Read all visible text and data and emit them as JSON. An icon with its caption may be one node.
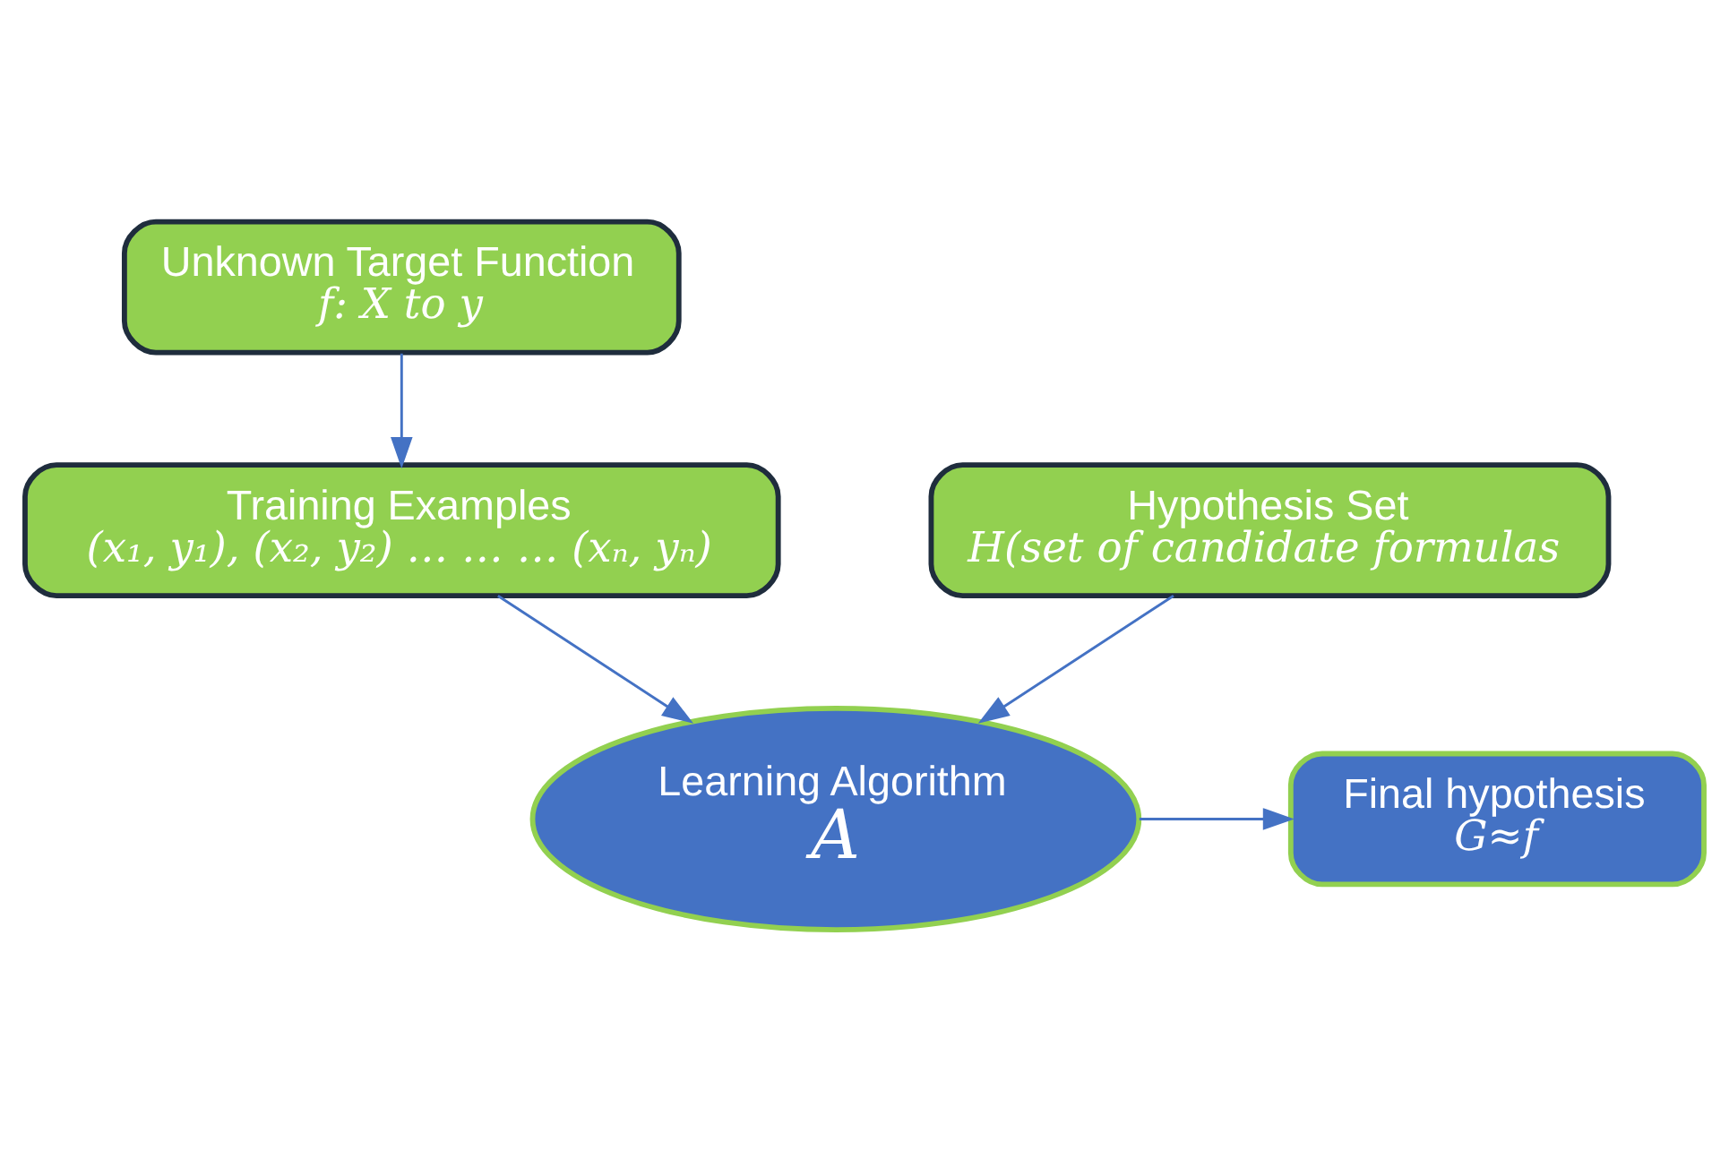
{
  "diagram": {
    "nodes": [
      {
        "text": [
          "Unknown Target Function",
          "f: X to y"
        ]
      },
      {
        "text": [
          "Training Examples",
          "(x₁, y₁), (x₂, y₂) … … … (xₙ, yₙ)"
        ]
      },
      {
        "text": [
          "Learning Algorithm",
          "A"
        ]
      },
      {
        "text": [
          "Final hypothesis",
          "G≈f"
        ]
      },
      {
        "text": [
          "Hypothesis Set",
          "H(set of candidate formulas"
        ]
      }
    ],
    "edges": [
      {
        "from": 0,
        "to": 1,
        "arrow": "to"
      },
      {
        "from": 1,
        "to": 2,
        "arrow": "to"
      },
      {
        "from": 4,
        "to": 2,
        "arrow": "to"
      },
      {
        "from": 2,
        "to": 3,
        "arrow": "to"
      }
    ]
  }
}
